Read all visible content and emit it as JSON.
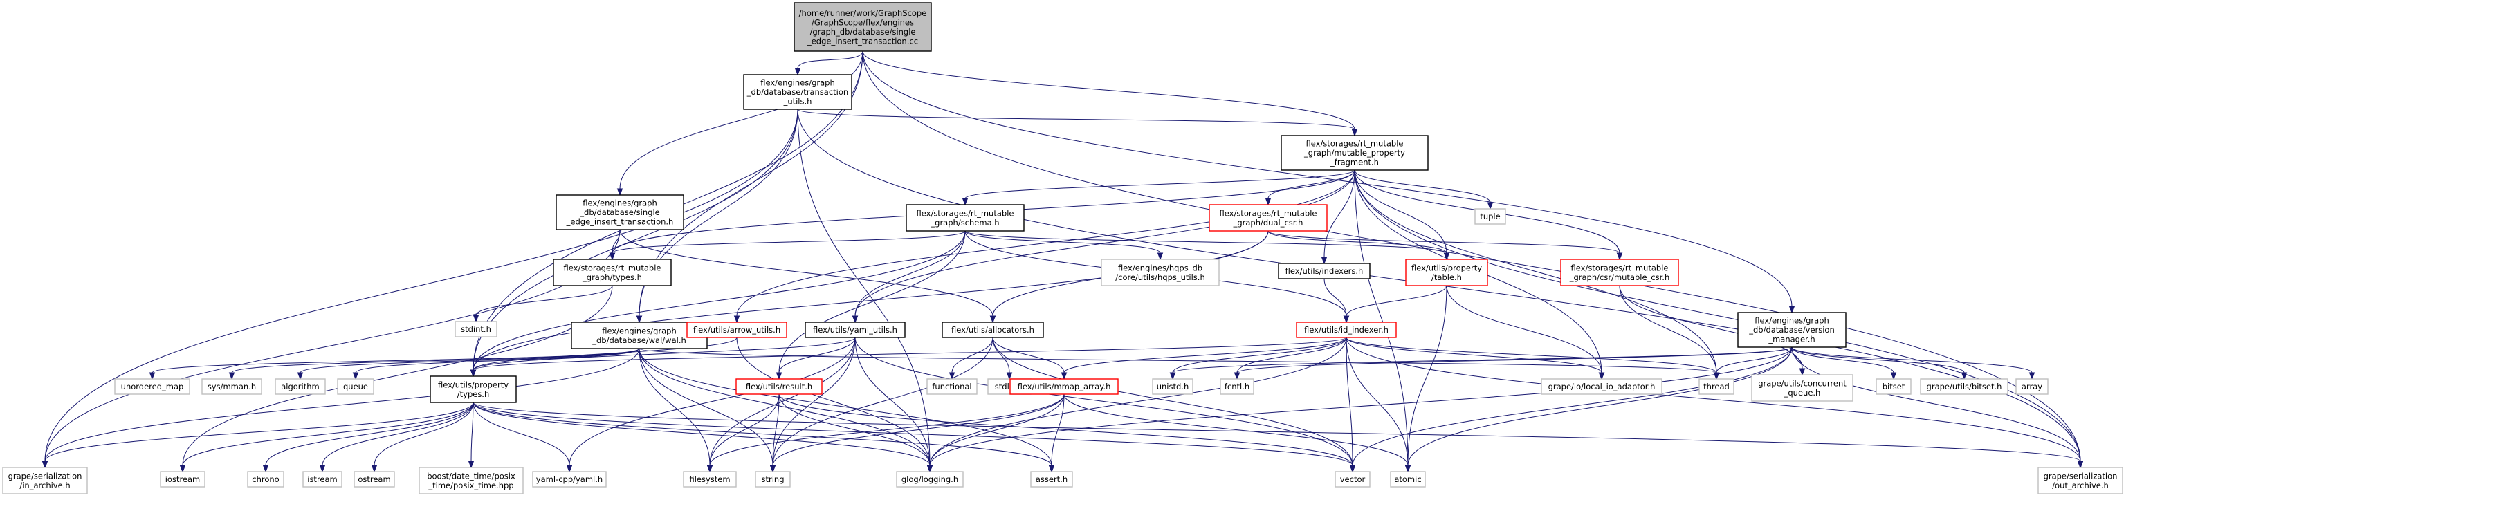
{
  "colors": {
    "edge": "#191970",
    "root_fill": "#bfbfbf",
    "node_border_default": "#000000",
    "node_border_link": "#ff0000",
    "node_border_system": "#bfbfbf",
    "node_fill": "#ffffff",
    "text": "#000000"
  },
  "nodes": [
    {
      "id": "root",
      "style": "root",
      "lines": [
        "/home/runner/work/GraphScope",
        "/GraphScope/flex/engines",
        "/graph_db/database/single",
        "_edge_insert_transaction.cc"
      ]
    },
    {
      "id": "transaction_utils",
      "style": "normal",
      "lines": [
        "flex/engines/graph",
        "_db/database/transaction",
        "_utils.h"
      ]
    },
    {
      "id": "mutable_property_fragment",
      "style": "normal",
      "lines": [
        "flex/storages/rt_mutable",
        "_graph/mutable_property",
        "_fragment.h"
      ]
    },
    {
      "id": "single_edge_insert_h",
      "style": "normal",
      "lines": [
        "flex/engines/graph",
        "_db/database/single",
        "_edge_insert_transaction.h"
      ]
    },
    {
      "id": "schema_h",
      "style": "normal",
      "lines": [
        "flex/storages/rt_mutable",
        "_graph/schema.h"
      ]
    },
    {
      "id": "dual_csr",
      "style": "red",
      "lines": [
        "flex/storages/rt_mutable",
        "_graph/dual_csr.h"
      ]
    },
    {
      "id": "tuple",
      "style": "system",
      "lines": [
        "tuple"
      ]
    },
    {
      "id": "rt_types",
      "style": "normal",
      "lines": [
        "flex/storages/rt_mutable",
        "_graph/types.h"
      ]
    },
    {
      "id": "hqps_utils",
      "style": "system",
      "lines": [
        "flex/engines/hqps_db",
        "/core/utils/hqps_utils.h"
      ]
    },
    {
      "id": "indexers",
      "style": "normal",
      "lines": [
        "flex/utils/indexers.h"
      ]
    },
    {
      "id": "property_table",
      "style": "red",
      "lines": [
        "flex/utils/property",
        "/table.h"
      ]
    },
    {
      "id": "mutable_csr",
      "style": "red",
      "lines": [
        "flex/storages/rt_mutable",
        "_graph/csr/mutable_csr.h"
      ]
    },
    {
      "id": "stdint",
      "style": "system",
      "lines": [
        "stdint.h"
      ]
    },
    {
      "id": "wal",
      "style": "normal",
      "lines": [
        "flex/engines/graph",
        "_db/database/wal/wal.h"
      ]
    },
    {
      "id": "arrow_utils",
      "style": "red",
      "lines": [
        "flex/utils/arrow_utils.h"
      ]
    },
    {
      "id": "yaml_utils",
      "style": "normal",
      "lines": [
        "flex/utils/yaml_utils.h"
      ]
    },
    {
      "id": "allocators",
      "style": "normal",
      "lines": [
        "flex/utils/allocators.h"
      ]
    },
    {
      "id": "id_indexer",
      "style": "red",
      "lines": [
        "flex/utils/id_indexer.h"
      ]
    },
    {
      "id": "version_manager",
      "style": "normal",
      "lines": [
        "flex/engines/graph",
        "_db/database/version",
        "_manager.h"
      ]
    },
    {
      "id": "unordered_map",
      "style": "system",
      "lines": [
        "unordered_map"
      ]
    },
    {
      "id": "sys_mman",
      "style": "system",
      "lines": [
        "sys/mman.h"
      ]
    },
    {
      "id": "algorithm",
      "style": "system",
      "lines": [
        "algorithm"
      ]
    },
    {
      "id": "queue",
      "style": "system",
      "lines": [
        "queue"
      ]
    },
    {
      "id": "property_types",
      "style": "normal",
      "lines": [
        "flex/utils/property",
        "/types.h"
      ]
    },
    {
      "id": "functional",
      "style": "system",
      "lines": [
        "functional"
      ]
    },
    {
      "id": "stdlib",
      "style": "system",
      "lines": [
        "stdlib.h"
      ]
    },
    {
      "id": "result_h",
      "style": "red",
      "lines": [
        "flex/utils/result.h"
      ]
    },
    {
      "id": "mmap_array",
      "style": "red",
      "lines": [
        "flex/utils/mmap_array.h"
      ]
    },
    {
      "id": "unistd",
      "style": "system",
      "lines": [
        "unistd.h"
      ]
    },
    {
      "id": "fcntl",
      "style": "system",
      "lines": [
        "fcntl.h"
      ]
    },
    {
      "id": "local_io_adaptor",
      "style": "system",
      "lines": [
        "grape/io/local_io_adaptor.h"
      ]
    },
    {
      "id": "thread",
      "style": "system",
      "lines": [
        "thread"
      ]
    },
    {
      "id": "concurrent_queue",
      "style": "system",
      "lines": [
        "grape/utils/concurrent",
        "_queue.h"
      ]
    },
    {
      "id": "bitset",
      "style": "system",
      "lines": [
        "bitset"
      ]
    },
    {
      "id": "grape_bitset",
      "style": "system",
      "lines": [
        "grape/utils/bitset.h"
      ]
    },
    {
      "id": "array",
      "style": "system",
      "lines": [
        "array"
      ]
    },
    {
      "id": "in_archive",
      "style": "system",
      "lines": [
        "grape/serialization",
        "/in_archive.h"
      ]
    },
    {
      "id": "iostream",
      "style": "system",
      "lines": [
        "iostream"
      ]
    },
    {
      "id": "chrono",
      "style": "system",
      "lines": [
        "chrono"
      ]
    },
    {
      "id": "istream",
      "style": "system",
      "lines": [
        "istream"
      ]
    },
    {
      "id": "ostream",
      "style": "system",
      "lines": [
        "ostream"
      ]
    },
    {
      "id": "boost_posix",
      "style": "system",
      "lines": [
        "boost/date_time/posix",
        "_time/posix_time.hpp"
      ]
    },
    {
      "id": "yaml_cpp",
      "style": "system",
      "lines": [
        "yaml-cpp/yaml.h"
      ]
    },
    {
      "id": "filesystem",
      "style": "system",
      "lines": [
        "filesystem"
      ]
    },
    {
      "id": "string",
      "style": "system",
      "lines": [
        "string"
      ]
    },
    {
      "id": "glog",
      "style": "system",
      "lines": [
        "glog/logging.h"
      ]
    },
    {
      "id": "assert",
      "style": "system",
      "lines": [
        "assert.h"
      ]
    },
    {
      "id": "vector",
      "style": "system",
      "lines": [
        "vector"
      ]
    },
    {
      "id": "atomic",
      "style": "system",
      "lines": [
        "atomic"
      ]
    },
    {
      "id": "out_archive",
      "style": "system",
      "lines": [
        "grape/serialization",
        "/out_archive.h"
      ]
    }
  ],
  "edges": [
    [
      "root",
      "transaction_utils"
    ],
    [
      "root",
      "mutable_property_fragment"
    ],
    [
      "root",
      "single_edge_insert_h"
    ],
    [
      "root",
      "wal"
    ],
    [
      "root",
      "property_types"
    ],
    [
      "root",
      "version_manager"
    ],
    [
      "root",
      "out_archive"
    ],
    [
      "transaction_utils",
      "mutable_property_fragment"
    ],
    [
      "transaction_utils",
      "wal"
    ],
    [
      "transaction_utils",
      "property_types"
    ],
    [
      "transaction_utils",
      "in_archive"
    ],
    [
      "transaction_utils",
      "glog"
    ],
    [
      "transaction_utils",
      "out_archive"
    ],
    [
      "mutable_property_fragment",
      "schema_h"
    ],
    [
      "mutable_property_fragment",
      "dual_csr"
    ],
    [
      "mutable_property_fragment",
      "tuple"
    ],
    [
      "mutable_property_fragment",
      "rt_types"
    ],
    [
      "mutable_property_fragment",
      "indexers"
    ],
    [
      "mutable_property_fragment",
      "property_table"
    ],
    [
      "mutable_property_fragment",
      "mutable_csr"
    ],
    [
      "mutable_property_fragment",
      "arrow_utils"
    ],
    [
      "mutable_property_fragment",
      "yaml_utils"
    ],
    [
      "mutable_property_fragment",
      "local_io_adaptor"
    ],
    [
      "mutable_property_fragment",
      "thread"
    ],
    [
      "mutable_property_fragment",
      "out_archive"
    ],
    [
      "mutable_property_fragment",
      "atomic"
    ],
    [
      "single_edge_insert_h",
      "rt_types"
    ],
    [
      "single_edge_insert_h",
      "allocators"
    ],
    [
      "single_edge_insert_h",
      "in_archive"
    ],
    [
      "schema_h",
      "rt_types"
    ],
    [
      "schema_h",
      "hqps_utils"
    ],
    [
      "schema_h",
      "property_table"
    ],
    [
      "schema_h",
      "yaml_utils"
    ],
    [
      "schema_h",
      "id_indexer"
    ],
    [
      "schema_h",
      "result_h"
    ],
    [
      "schema_h",
      "property_types"
    ],
    [
      "dual_csr",
      "property_table"
    ],
    [
      "dual_csr",
      "mutable_csr"
    ],
    [
      "dual_csr",
      "allocators"
    ],
    [
      "dual_csr",
      "property_types"
    ],
    [
      "rt_types",
      "stdint"
    ],
    [
      "rt_types",
      "iostream"
    ],
    [
      "indexers",
      "id_indexer"
    ],
    [
      "property_table",
      "id_indexer"
    ],
    [
      "property_table",
      "local_io_adaptor"
    ],
    [
      "property_table",
      "atomic"
    ],
    [
      "mutable_csr",
      "thread"
    ],
    [
      "mutable_csr",
      "concurrent_queue"
    ],
    [
      "wal",
      "unordered_map"
    ],
    [
      "wal",
      "sys_mman"
    ],
    [
      "wal",
      "algorithm"
    ],
    [
      "wal",
      "queue"
    ],
    [
      "wal",
      "in_archive"
    ],
    [
      "wal",
      "filesystem"
    ],
    [
      "wal",
      "string"
    ],
    [
      "wal",
      "glog"
    ],
    [
      "wal",
      "assert"
    ],
    [
      "wal",
      "thread"
    ],
    [
      "arrow_utils",
      "property_types"
    ],
    [
      "arrow_utils",
      "glog"
    ],
    [
      "yaml_utils",
      "property_types"
    ],
    [
      "yaml_utils",
      "result_h"
    ],
    [
      "yaml_utils",
      "yaml_cpp"
    ],
    [
      "yaml_utils",
      "filesystem"
    ],
    [
      "yaml_utils",
      "string"
    ],
    [
      "yaml_utils",
      "glog"
    ],
    [
      "yaml_utils",
      "vector"
    ],
    [
      "allocators",
      "functional"
    ],
    [
      "allocators",
      "stdlib"
    ],
    [
      "allocators",
      "mmap_array"
    ],
    [
      "allocators",
      "string"
    ],
    [
      "allocators",
      "vector"
    ],
    [
      "id_indexer",
      "mmap_array"
    ],
    [
      "id_indexer",
      "unistd"
    ],
    [
      "id_indexer",
      "fcntl"
    ],
    [
      "id_indexer",
      "local_io_adaptor"
    ],
    [
      "id_indexer",
      "thread"
    ],
    [
      "id_indexer",
      "property_types"
    ],
    [
      "id_indexer",
      "glog"
    ],
    [
      "id_indexer",
      "vector"
    ],
    [
      "id_indexer",
      "atomic"
    ],
    [
      "id_indexer",
      "out_archive"
    ],
    [
      "version_manager",
      "unistd"
    ],
    [
      "version_manager",
      "fcntl"
    ],
    [
      "version_manager",
      "thread"
    ],
    [
      "version_manager",
      "concurrent_queue"
    ],
    [
      "version_manager",
      "bitset"
    ],
    [
      "version_manager",
      "grape_bitset"
    ],
    [
      "version_manager",
      "array"
    ],
    [
      "version_manager",
      "glog"
    ],
    [
      "version_manager",
      "vector"
    ],
    [
      "version_manager",
      "atomic"
    ],
    [
      "version_manager",
      "out_archive"
    ],
    [
      "property_types",
      "in_archive"
    ],
    [
      "property_types",
      "iostream"
    ],
    [
      "property_types",
      "chrono"
    ],
    [
      "property_types",
      "istream"
    ],
    [
      "property_types",
      "ostream"
    ],
    [
      "property_types",
      "boost_posix"
    ],
    [
      "property_types",
      "yaml_cpp"
    ],
    [
      "property_types",
      "glog"
    ],
    [
      "property_types",
      "assert"
    ],
    [
      "property_types",
      "vector"
    ],
    [
      "property_types",
      "out_archive"
    ],
    [
      "result_h",
      "filesystem"
    ],
    [
      "result_h",
      "string"
    ],
    [
      "result_h",
      "glog"
    ],
    [
      "result_h",
      "vector"
    ],
    [
      "mmap_array",
      "filesystem"
    ],
    [
      "mmap_array",
      "string"
    ],
    [
      "mmap_array",
      "glog"
    ],
    [
      "mmap_array",
      "assert"
    ],
    [
      "mmap_array",
      "atomic"
    ]
  ]
}
